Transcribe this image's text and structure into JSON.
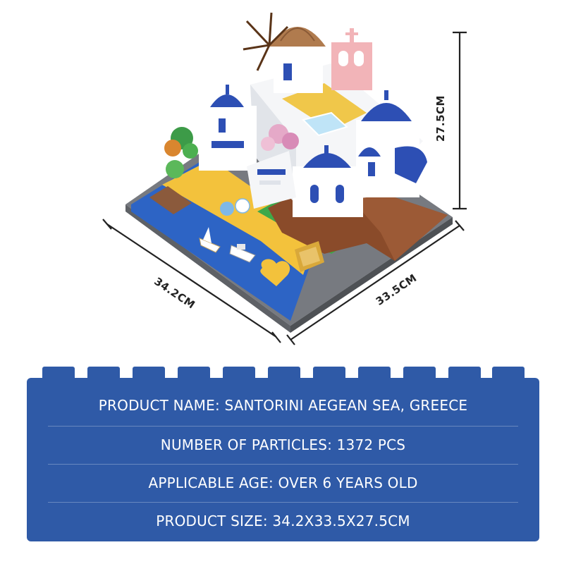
{
  "dimensions": {
    "width_label": "34.2CM",
    "depth_label": "33.5CM",
    "height_label": "27.5CM"
  },
  "info": {
    "rows": [
      "PRODUCT NAME: SANTORINI AEGEAN SEA, GREECE",
      "NUMBER OF PARTICLES: 1372 PCS",
      "APPLICABLE AGE: OVER 6 YEARS OLD",
      "PRODUCT SIZE: 34.2X33.5X27.5CM"
    ]
  },
  "colors": {
    "panel": "#2f5aa7",
    "sea": "#2d64c5",
    "sand": "#f3c23c",
    "rock": "#8a4b2a",
    "dome": "#2d4fb4",
    "wall": "#f5f6f8",
    "grass": "#3ea84a"
  }
}
